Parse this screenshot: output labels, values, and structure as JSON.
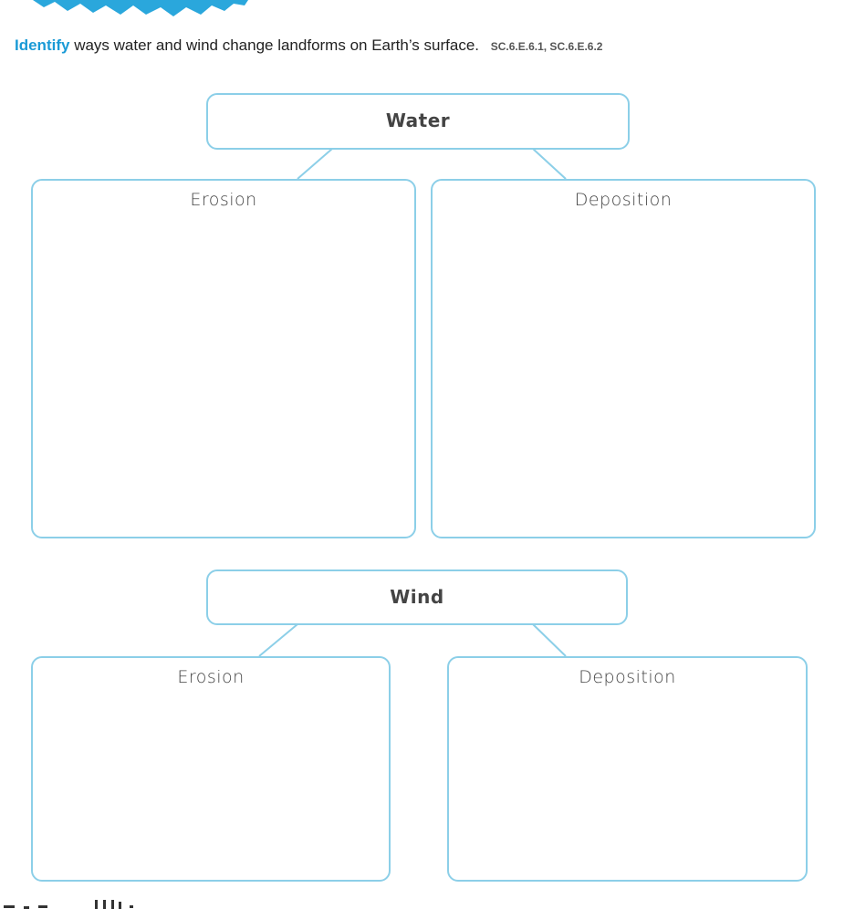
{
  "colors": {
    "accent": "#1a9ad6",
    "box_border": "#8ccfe8",
    "banner": "#2aa7dc"
  },
  "instruction": {
    "verb": "Identify",
    "text": "ways water and wind change landforms on Earth’s surface.",
    "standards": "SC.6.E.6.1, SC.6.E.6.2"
  },
  "organizer": {
    "water": {
      "title": "Water",
      "left_label": "Erosion",
      "right_label": "Deposition"
    },
    "wind": {
      "title": "Wind",
      "left_label": "Erosion",
      "right_label": "Deposition"
    }
  },
  "icons": {
    "banner": "blue-zigzag-banner-graphic"
  }
}
